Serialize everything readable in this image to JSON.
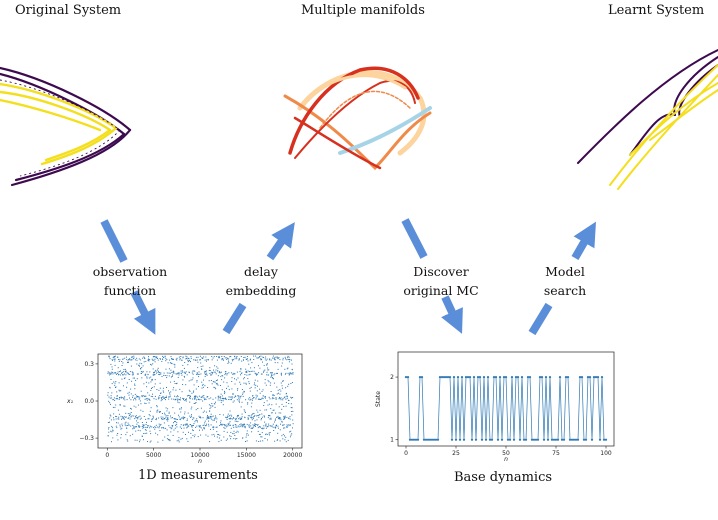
{
  "titles": {
    "original": "Original System",
    "manifolds": "Multiple manifolds",
    "learnt": "Learnt System"
  },
  "steps": {
    "observation": [
      "observation",
      "function"
    ],
    "delay": [
      "delay",
      "embedding"
    ],
    "discover": [
      "Discover",
      "original MC"
    ],
    "model": [
      "Model",
      "search"
    ]
  },
  "captions": {
    "measurements": "1D measurements",
    "base": "Base dynamics"
  },
  "colors": {
    "dark_purple": "#3d0a4f",
    "yellow": "#f4df1d",
    "arrow": "#5b8ed8",
    "series": "#2d78b4",
    "red": "#d7301f",
    "orange": "#f08a4b",
    "light_orange": "#fdd49e",
    "light_blue": "#a6d4e6"
  },
  "chart_data": [
    {
      "type": "scatter",
      "caption": "1D measurements",
      "xlabel": "n",
      "ylabel": "x₁",
      "xlim": [
        -1000,
        21000
      ],
      "ylim": [
        -0.38,
        0.38
      ],
      "x_ticks": [
        "0",
        "5000",
        "10000",
        "15000",
        "20000"
      ],
      "x_tick_values": [
        0,
        5000,
        10000,
        15000,
        20000
      ],
      "y_ticks": [
        "0.3",
        "0.0",
        "−0.3"
      ],
      "y_tick_values": [
        0.3,
        0.0,
        -0.3
      ],
      "n_points": 20000,
      "value_range": [
        -0.33,
        0.35
      ],
      "dense_bands": [
        0.35,
        0.23,
        0.03,
        -0.13,
        -0.2
      ]
    },
    {
      "type": "line",
      "caption": "Base dynamics",
      "xlabel": "n",
      "ylabel": "State",
      "xlim": [
        -4,
        104
      ],
      "ylim": [
        0.9,
        2.4
      ],
      "x_ticks": [
        "0",
        "25",
        "50",
        "75",
        "100"
      ],
      "x_tick_values": [
        0,
        25,
        50,
        75,
        100
      ],
      "y_ticks": [
        "2",
        "1"
      ],
      "y_tick_values": [
        2,
        1
      ],
      "x": [
        0,
        1,
        2,
        3,
        4,
        5,
        6,
        7,
        8,
        9,
        10,
        11,
        12,
        13,
        14,
        15,
        16,
        17,
        18,
        19,
        20,
        21,
        22,
        23,
        24,
        25,
        26,
        27,
        28,
        29,
        30,
        31,
        32,
        33,
        34,
        35,
        36,
        37,
        38,
        39,
        40,
        41,
        42,
        43,
        44,
        45,
        46,
        47,
        48,
        49,
        50,
        51,
        52,
        53,
        54,
        55,
        56,
        57,
        58,
        59,
        60,
        61,
        62,
        63,
        64,
        65,
        66,
        67,
        68,
        69,
        70,
        71,
        72,
        73,
        74,
        75,
        76,
        77,
        78,
        79,
        80,
        81,
        82,
        83,
        84,
        85,
        86,
        87,
        88,
        89,
        90,
        91,
        92,
        93,
        94,
        95,
        96,
        97,
        98,
        99,
        100
      ],
      "values": [
        2,
        2,
        1,
        1,
        1,
        1,
        1,
        2,
        2,
        1,
        1,
        1,
        1,
        1,
        1,
        1,
        1,
        2,
        2,
        2,
        2,
        2,
        2,
        1,
        2,
        1,
        2,
        1,
        2,
        1,
        2,
        2,
        2,
        1,
        2,
        1,
        2,
        2,
        1,
        2,
        1,
        2,
        1,
        1,
        2,
        2,
        1,
        2,
        1,
        2,
        2,
        1,
        1,
        2,
        1,
        2,
        2,
        1,
        2,
        1,
        1,
        2,
        2,
        1,
        1,
        1,
        1,
        2,
        2,
        1,
        2,
        1,
        2,
        1,
        1,
        1,
        1,
        2,
        1,
        1,
        2,
        2,
        1,
        1,
        1,
        1,
        1,
        2,
        2,
        1,
        1,
        2,
        2,
        1,
        2,
        2,
        2,
        1,
        2,
        1,
        1
      ]
    }
  ]
}
